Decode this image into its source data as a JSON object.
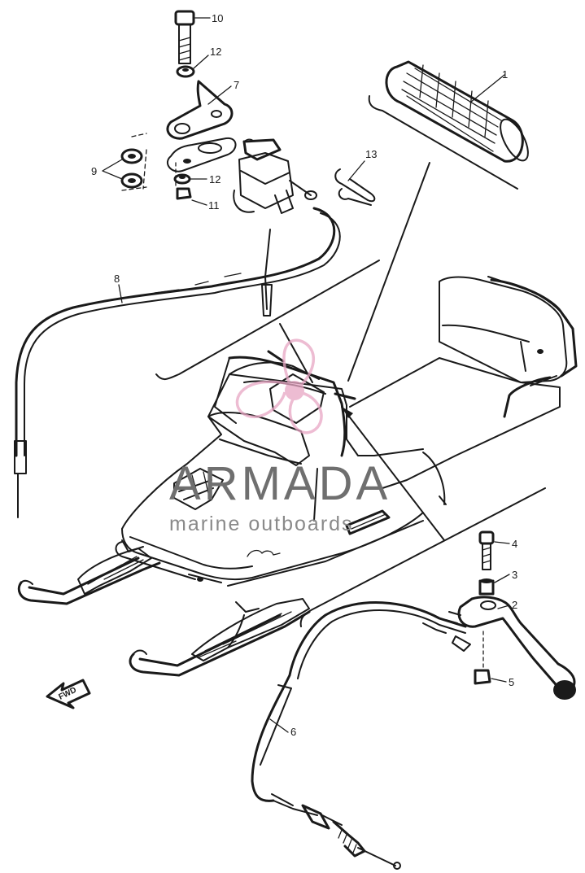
{
  "diagram": {
    "watermark": {
      "title": "ARMADA",
      "subtitle": "marine outboards",
      "logo_color": "#e8a6c4",
      "text_color": "#6f6f6f"
    },
    "direction_arrow_label": "FWD",
    "callouts": {
      "c1": "1",
      "c2": "2",
      "c3": "3",
      "c4": "4",
      "c5": "5",
      "c6": "6",
      "c7": "7",
      "c8": "8",
      "c9": "9",
      "c10": "10",
      "c11": "11",
      "c12a": "12",
      "c12b": "12",
      "c13": "13"
    }
  }
}
